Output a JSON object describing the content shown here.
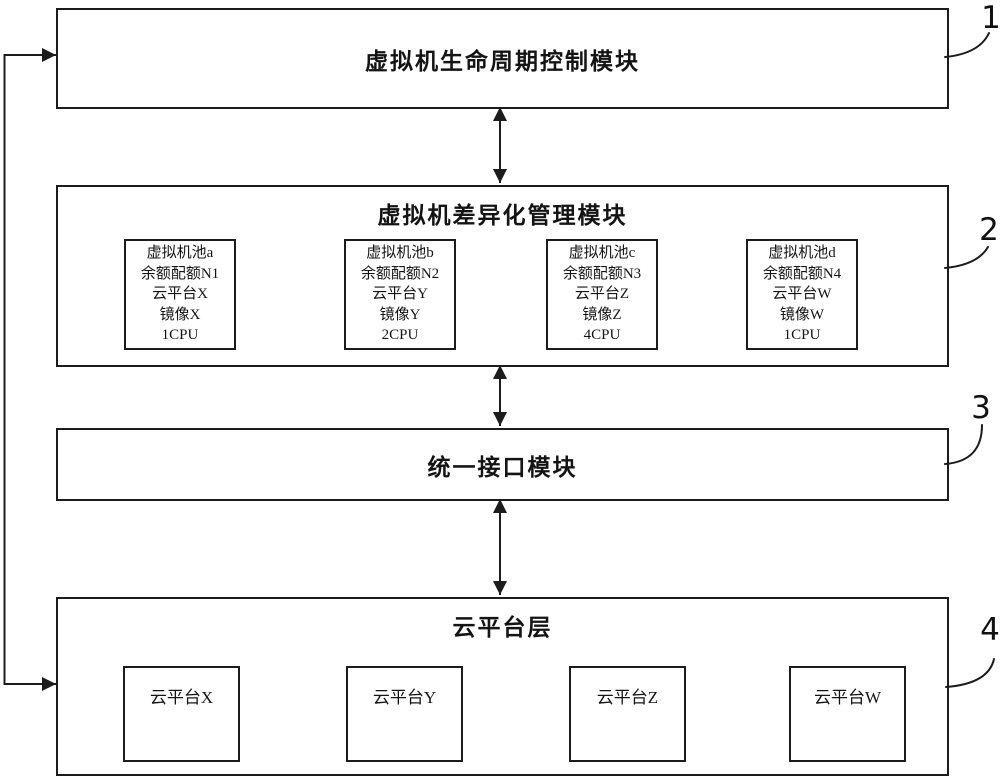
{
  "figure": {
    "module1": {
      "ref": "1",
      "title": "虚拟机生命周期控制模块"
    },
    "module2": {
      "ref": "2",
      "title": "虚拟机差异化管理模块",
      "pools": [
        {
          "name": "虚拟机池a",
          "quota": "余额配额N1",
          "platform": "云平台X",
          "image": "镜像X",
          "cpu": "1CPU"
        },
        {
          "name": "虚拟机池b",
          "quota": "余额配额N2",
          "platform": "云平台Y",
          "image": "镜像Y",
          "cpu": "2CPU"
        },
        {
          "name": "虚拟机池c",
          "quota": "余额配额N3",
          "platform": "云平台Z",
          "image": "镜像Z",
          "cpu": "4CPU"
        },
        {
          "name": "虚拟机池d",
          "quota": "余额配额N4",
          "platform": "云平台W",
          "image": "镜像W",
          "cpu": "1CPU"
        }
      ]
    },
    "module3": {
      "ref": "3",
      "title": "统一接口模块"
    },
    "module4": {
      "ref": "4",
      "title": "云平台层",
      "platforms": [
        {
          "name": "云平台X"
        },
        {
          "name": "云平台Y"
        },
        {
          "name": "云平台Z"
        },
        {
          "name": "云平台W"
        }
      ]
    },
    "colors": {
      "line": "#1c1c1c",
      "background": "#ffffff",
      "text": "#141414"
    }
  }
}
